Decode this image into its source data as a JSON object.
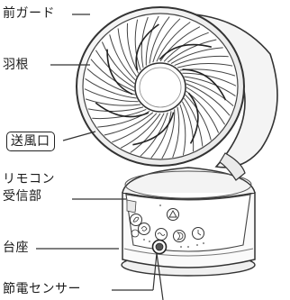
{
  "labels": {
    "front_guard": "前ガード",
    "blade": "羽根",
    "air_outlet": "送風口",
    "remote_receiver_line1": "リモコン",
    "remote_receiver_line2": "受信部",
    "base": "台座",
    "power_saving_sensor": "節電センサー"
  },
  "panel": {
    "mode_icons": [
      "leaf-icon",
      "triangle-icon",
      "swirl-icon",
      "wave-icon",
      "moon-icon",
      "timer-icon",
      "power-icon"
    ]
  }
}
